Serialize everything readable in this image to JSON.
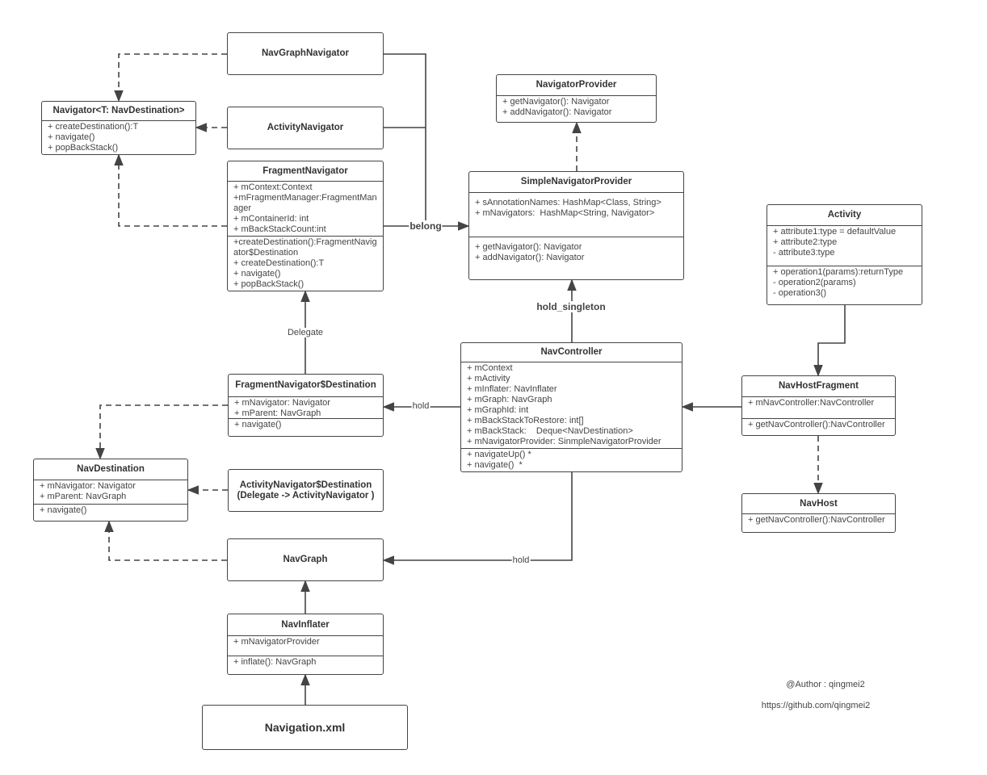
{
  "classes": [
    {
      "id": "navgraphnavigator",
      "name": "NavGraphNavigator",
      "attributes": [],
      "operations": []
    },
    {
      "id": "navigator",
      "name": "Navigator<T: NavDestination>",
      "attributes": [
        "+ createDestination():T",
        "+ navigate()",
        "+ popBackStack()"
      ],
      "operations": null
    },
    {
      "id": "activitynavigator",
      "name": "ActivityNavigator",
      "attributes": [],
      "operations": []
    },
    {
      "id": "fragmentnavigator",
      "name": "FragmentNavigator",
      "attributes": [
        "+ mContext:Context",
        "+mFragmentManager:FragmentManager",
        "+ mContainerId: int",
        "+ mBackStackCount:int"
      ],
      "operations": [
        "+createDestination():FragmentNavigator$Destination",
        "+ createDestination():T",
        "+ navigate()",
        "+ popBackStack()"
      ]
    },
    {
      "id": "navigatorprovider",
      "name": "NavigatorProvider",
      "attributes": [
        "+ getNavigator(): Navigator",
        "+ addNavigator(): Navigator"
      ],
      "operations": null
    },
    {
      "id": "simplenavigatorprovider",
      "name": "SimpleNavigatorProvider",
      "attributes": [
        "+ sAnnotationNames: HashMap<Class, String>",
        "+ mNavigators:  HashMap<String, Navigator>"
      ],
      "operations": [
        "+ getNavigator(): Navigator",
        "+ addNavigator(): Navigator"
      ]
    },
    {
      "id": "activity",
      "name": "Activity",
      "attributes": [
        "+ attribute1:type = defaultValue",
        "+ attribute2:type",
        "- attribute3:type"
      ],
      "operations": [
        "+ operation1(params):returnType",
        "- operation2(params)",
        "- operation3()"
      ]
    },
    {
      "id": "navcontroller",
      "name": "NavController",
      "attributes": [
        "+ mContext",
        "+ mActivity",
        "+ mInflater: NavInflater",
        "+ mGraph: NavGraph",
        "+ mGraphId: int",
        "+ mBackStackToRestore: int[]",
        "+ mBackStack:    Deque<NavDestination>",
        "+ mNavigatorProvider: SinmpleNavigatorProvider"
      ],
      "operations": [
        "+ navigateUp() *",
        "+ navigate()  *"
      ]
    },
    {
      "id": "navhostfragment",
      "name": "NavHostFragment",
      "attributes": [
        "+ mNavController:NavController"
      ],
      "operations": [
        "+ getNavController():NavController"
      ]
    },
    {
      "id": "navhost",
      "name": "NavHost",
      "attributes": [
        "+ getNavController():NavController"
      ],
      "operations": null
    },
    {
      "id": "fragmentnavigatordestination",
      "name": "FragmentNavigator$Destination",
      "attributes": [
        "+ mNavigator: Navigator",
        "+ mParent: NavGraph"
      ],
      "operations": [
        "+ navigate()"
      ]
    },
    {
      "id": "navdestination",
      "name": "NavDestination",
      "attributes": [
        "+ mNavigator: Navigator",
        "+ mParent: NavGraph"
      ],
      "operations": [
        "+ navigate()"
      ]
    },
    {
      "id": "activitynavigatordestination",
      "name": "ActivityNavigator$Destination (Delegate -> ActivityNavigator )",
      "attributes": [],
      "operations": []
    },
    {
      "id": "navgraph",
      "name": "NavGraph",
      "attributes": [],
      "operations": []
    },
    {
      "id": "navinflater",
      "name": "NavInflater",
      "attributes": [
        "+ mNavigatorProvider"
      ],
      "operations": [
        "+ inflate(): NavGraph"
      ]
    },
    {
      "id": "navigationxml",
      "name": "Navigation.xml",
      "attributes": [],
      "operations": []
    }
  ],
  "connectors": [
    {
      "from": "navgraphnavigator",
      "to": "navigator",
      "style": "dashed",
      "label": ""
    },
    {
      "from": "activitynavigator",
      "to": "navigator",
      "style": "dashed",
      "label": ""
    },
    {
      "from": "fragmentnavigator",
      "to": "navigator",
      "style": "dashed",
      "label": ""
    },
    {
      "from": "navgraphnavigator",
      "to": "simplenavigatorprovider",
      "style": "solid",
      "label": ""
    },
    {
      "from": "activitynavigator",
      "to": "simplenavigatorprovider",
      "style": "solid",
      "label": ""
    },
    {
      "from": "fragmentnavigator",
      "to": "simplenavigatorprovider",
      "style": "solid",
      "label": "belong"
    },
    {
      "from": "simplenavigatorprovider",
      "to": "navigatorprovider",
      "style": "dashed",
      "label": ""
    },
    {
      "from": "navcontroller",
      "to": "simplenavigatorprovider",
      "style": "solid",
      "label": "hold_singleton"
    },
    {
      "from": "activity",
      "to": "navhostfragment",
      "style": "solid",
      "label": ""
    },
    {
      "from": "navhostfragment",
      "to": "navcontroller",
      "style": "solid",
      "label": ""
    },
    {
      "from": "navhostfragment",
      "to": "navhost",
      "style": "dashed",
      "label": ""
    },
    {
      "from": "navcontroller",
      "to": "fragmentnavigatordestination",
      "style": "solid",
      "label": "hold"
    },
    {
      "from": "fragmentnavigatordestination",
      "to": "fragmentnavigator",
      "style": "solid",
      "label": "Delegate"
    },
    {
      "from": "fragmentnavigatordestination",
      "to": "navdestination",
      "style": "dashed",
      "label": ""
    },
    {
      "from": "activitynavigatordestination",
      "to": "navdestination",
      "style": "dashed",
      "label": ""
    },
    {
      "from": "navgraph",
      "to": "navdestination",
      "style": "dashed",
      "label": ""
    },
    {
      "from": "navcontroller",
      "to": "navgraph",
      "style": "solid",
      "label": "hold"
    },
    {
      "from": "navinflater",
      "to": "navgraph",
      "style": "solid",
      "label": ""
    },
    {
      "from": "navigationxml",
      "to": "navinflater",
      "style": "solid",
      "label": ""
    }
  ],
  "credits": {
    "author": "@Author  : qingmei2",
    "url": "https://github.com/qingmei2"
  },
  "colors": {
    "line": "#444444",
    "text": "#333333",
    "background": "#ffffff"
  }
}
